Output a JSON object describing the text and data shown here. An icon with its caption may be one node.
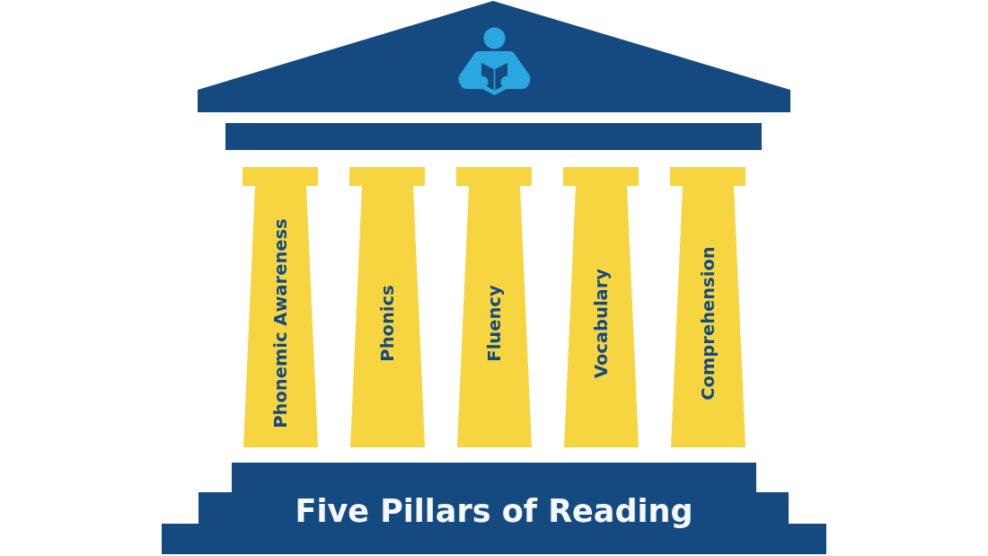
{
  "diagram": {
    "nodes": [
      {
        "text": [
          "Phonemic Awareness"
        ]
      },
      {
        "text": [
          "Phonics"
        ]
      },
      {
        "text": [
          "Fluency"
        ]
      },
      {
        "text": [
          "Vocabulary"
        ]
      },
      {
        "text": [
          "Comprehension"
        ]
      },
      {
        "text": [
          "Five Pillars of Reading"
        ]
      }
    ]
  }
}
